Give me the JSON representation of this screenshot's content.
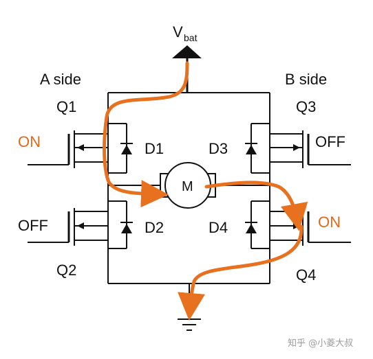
{
  "labels": {
    "vbat_main": "V",
    "vbat_sub": "bat",
    "a_side": "A side",
    "b_side": "B side",
    "q1": "Q1",
    "q2": "Q2",
    "q3": "Q3",
    "q4": "Q4",
    "d1": "D1",
    "d2": "D2",
    "d3": "D3",
    "d4": "D4",
    "motor": "M",
    "q1_state": "ON",
    "q2_state": "OFF",
    "q3_state": "OFF",
    "q4_state": "ON"
  },
  "watermark": "知乎 @小菱大叔",
  "colors": {
    "current_path": "#e8711f",
    "on_state": "#e06a1a",
    "wire": "#111111",
    "watermark": "#9a9a9a"
  }
}
